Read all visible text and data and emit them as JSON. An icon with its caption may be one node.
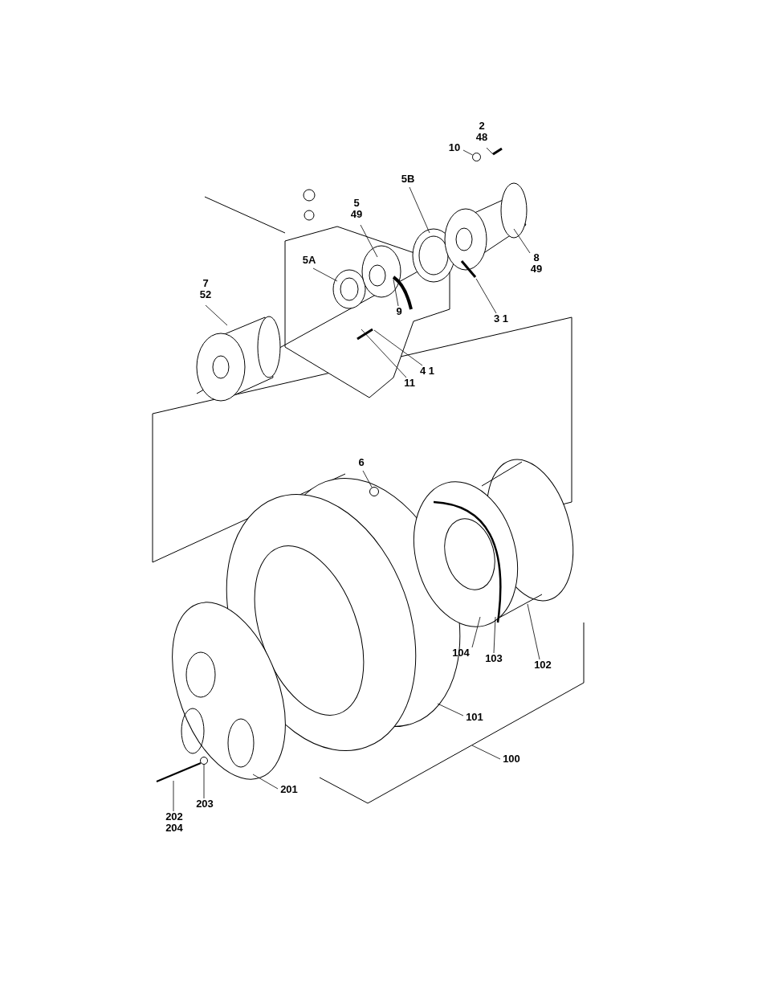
{
  "diagram": {
    "nodes": [
      {
        "text": [
          "2 48"
        ]
      },
      {
        "text": [
          "10"
        ]
      },
      {
        "text": [
          "5B"
        ]
      },
      {
        "text": [
          "5 49"
        ]
      },
      {
        "text": [
          "5A"
        ]
      },
      {
        "text": [
          "8 49"
        ]
      },
      {
        "text": [
          "7 52"
        ]
      },
      {
        "text": [
          "9"
        ]
      },
      {
        "text": [
          "3 1"
        ]
      },
      {
        "text": [
          "4 1"
        ]
      },
      {
        "text": [
          "11"
        ]
      },
      {
        "text": [
          "6"
        ]
      },
      {
        "text": [
          "104"
        ]
      },
      {
        "text": [
          "103"
        ]
      },
      {
        "text": [
          "102"
        ]
      },
      {
        "text": [
          "101"
        ]
      },
      {
        "text": [
          "100"
        ]
      },
      {
        "text": [
          "201"
        ]
      },
      {
        "text": [
          "203"
        ]
      },
      {
        "text": [
          "202 204"
        ]
      },
      {
        "text": [],
        "shape": "circle"
      },
      {
        "text": [],
        "shape": "circle"
      },
      {
        "text": [],
        "shape": "circle"
      }
    ],
    "edges": [
      {
        "from": 0,
        "to": null,
        "arrow": "none"
      },
      {
        "from": 1,
        "to": 20,
        "arrow": "none"
      },
      {
        "from": 2,
        "to": null,
        "arrow": "none"
      },
      {
        "from": 3,
        "to": null,
        "arrow": "none"
      },
      {
        "from": 4,
        "to": null,
        "arrow": "none"
      },
      {
        "from": 5,
        "to": null,
        "arrow": "none"
      },
      {
        "from": 6,
        "to": null,
        "arrow": "none"
      },
      {
        "from": 7,
        "to": null,
        "arrow": "none"
      },
      {
        "from": 8,
        "to": null,
        "arrow": "none"
      },
      {
        "from": 9,
        "to": null,
        "arrow": "none"
      },
      {
        "from": 10,
        "to": null,
        "arrow": "none"
      },
      {
        "from": 11,
        "to": 21,
        "arrow": "none"
      },
      {
        "from": 12,
        "to": null,
        "arrow": "none"
      },
      {
        "from": 13,
        "to": null,
        "arrow": "none"
      },
      {
        "from": 14,
        "to": null,
        "arrow": "none"
      },
      {
        "from": 15,
        "to": null,
        "arrow": "none"
      },
      {
        "from": 16,
        "to": null,
        "arrow": "none"
      },
      {
        "from": 17,
        "to": null,
        "arrow": "none"
      },
      {
        "from": 18,
        "to": 22,
        "arrow": "none"
      },
      {
        "from": 19,
        "to": null,
        "arrow": "none"
      }
    ]
  }
}
